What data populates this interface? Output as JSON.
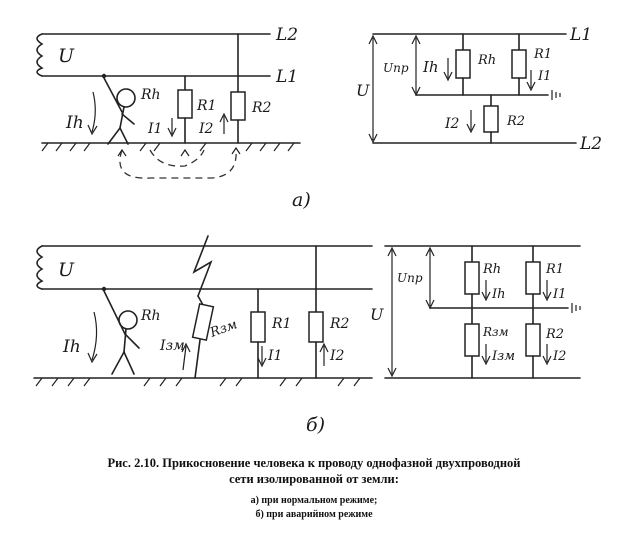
{
  "caption": {
    "line1": "Рис. 2.10. Прикосновение человека к проводу однофазной двухпроводной",
    "line2": "сети изолированной от земли:",
    "item_a": "а) при нормальном режиме;",
    "item_b": "б) при аварийном режиме"
  },
  "fig_a": {
    "label": "а)",
    "source": "U",
    "wire_top": "L2",
    "wire_bottom": "L1",
    "human_resistance": "Rh",
    "human_current": "Ih",
    "r1": "R1",
    "r2": "R2",
    "i1": "I1",
    "i2": "I2"
  },
  "fig_a_scheme": {
    "wire_top": "L1",
    "wire_bottom": "L2",
    "voltage": "U",
    "voltage_touch": "Uпр",
    "human_current": "Ih",
    "human_resistance": "Rh",
    "r1": "R1",
    "i1": "I1",
    "i2": "I2",
    "r2": "R2"
  },
  "fig_b": {
    "label": "б)",
    "source": "U",
    "human_resistance": "Rh",
    "human_current": "Ih",
    "fault_current": "Iзм",
    "fault_resistance": "Rзм",
    "r1": "R1",
    "i1": "I1",
    "r2": "R2",
    "i2": "I2"
  },
  "fig_b_scheme": {
    "voltage_touch": "Uпр",
    "voltage": "U",
    "human_resistance": "Rh",
    "human_current": "Ih",
    "r1": "R1",
    "i1": "I1",
    "fault_resistance": "Rзм",
    "fault_current": "Iзм",
    "r2": "R2",
    "i2": "I2"
  }
}
